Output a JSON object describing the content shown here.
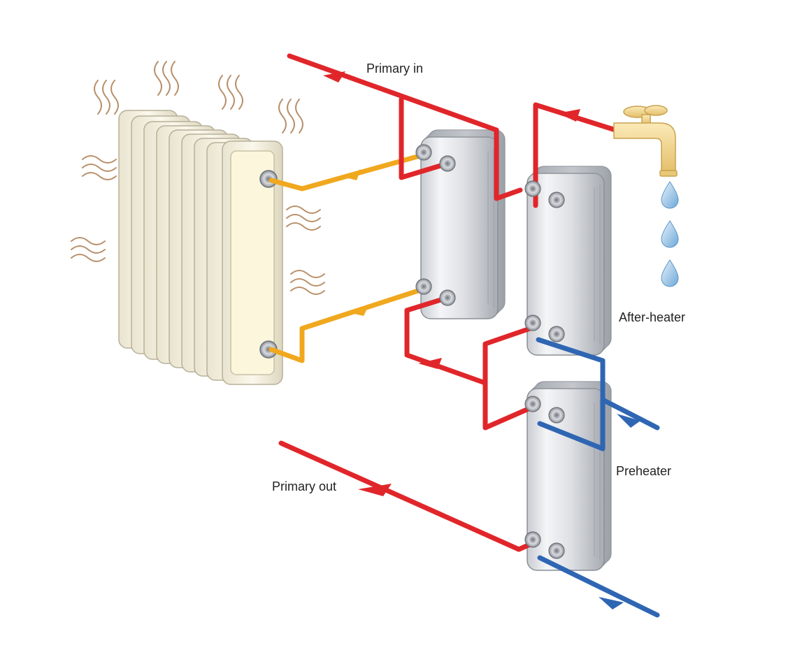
{
  "labels": {
    "primary_in": "Primary in",
    "after_heater": "After-heater",
    "preheater": "Preheater",
    "primary_out": "Primary out"
  },
  "colors": {
    "primary_pipe": "#e0262a",
    "space_heating_pipe": "#f0a81e",
    "cold_water_pipe": "#2f66b3",
    "heat_waves": "#b8906a",
    "water_drop": "#6ea8d8",
    "tap": "#f1d48a"
  },
  "components": {
    "radiator": "radiator-icon",
    "exchanger_space_heating": "plate-heat-exchanger-icon",
    "exchanger_after_heater": "plate-heat-exchanger-icon",
    "exchanger_preheater": "plate-heat-exchanger-icon",
    "tap": "water-tap-icon"
  }
}
